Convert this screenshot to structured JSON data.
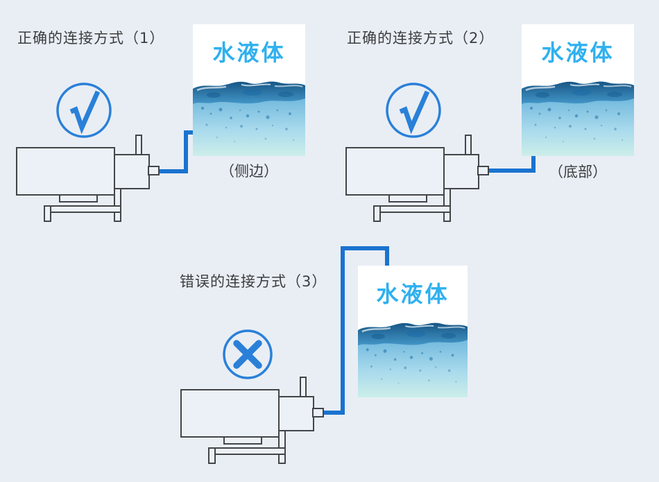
{
  "colors": {
    "background": "#e9eef4",
    "pipe_blue": "#1a73cf",
    "mark_blue": "#2a80d8",
    "tank_text_blue": "#2fb0ef",
    "pump_outline_gray": "#42464a",
    "title_text": "#3b3d40",
    "tank_white": "#ffffff"
  },
  "sections": [
    {
      "title": "正确的连接方式（1）",
      "mark": "check",
      "tank_label": "水液体",
      "connection_label": "（侧边）",
      "connection_point": "side"
    },
    {
      "title": "正确的连接方式（2）",
      "mark": "check",
      "tank_label": "水液体",
      "connection_label": "（底部）",
      "connection_point": "bottom"
    },
    {
      "title": "错误的连接方式（3）",
      "mark": "cross",
      "tank_label": "水液体",
      "connection_point": "top"
    }
  ]
}
